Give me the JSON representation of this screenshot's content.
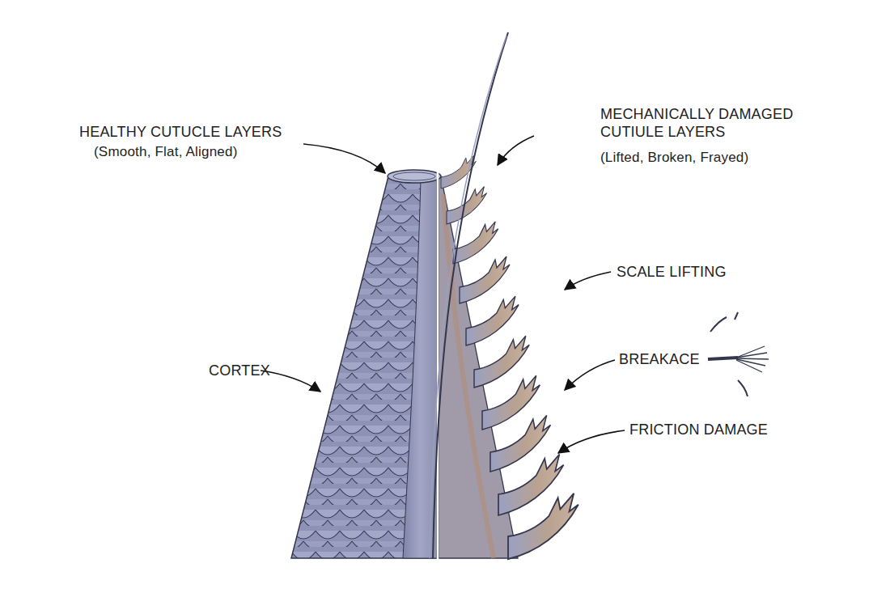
{
  "diagram": {
    "labels": [
      "HEALTHY CUTUCLE LAYERS",
      "(Smooth, Flat, Aligned)",
      "MECHANICALLY DAMAGED CUTIULE LAYERS",
      "(Lifted, Broken, Frayed)",
      "SCALE LIFTING",
      "CORTEX",
      "BREAKACE",
      "FRICTION DAMAGE"
    ]
  }
}
